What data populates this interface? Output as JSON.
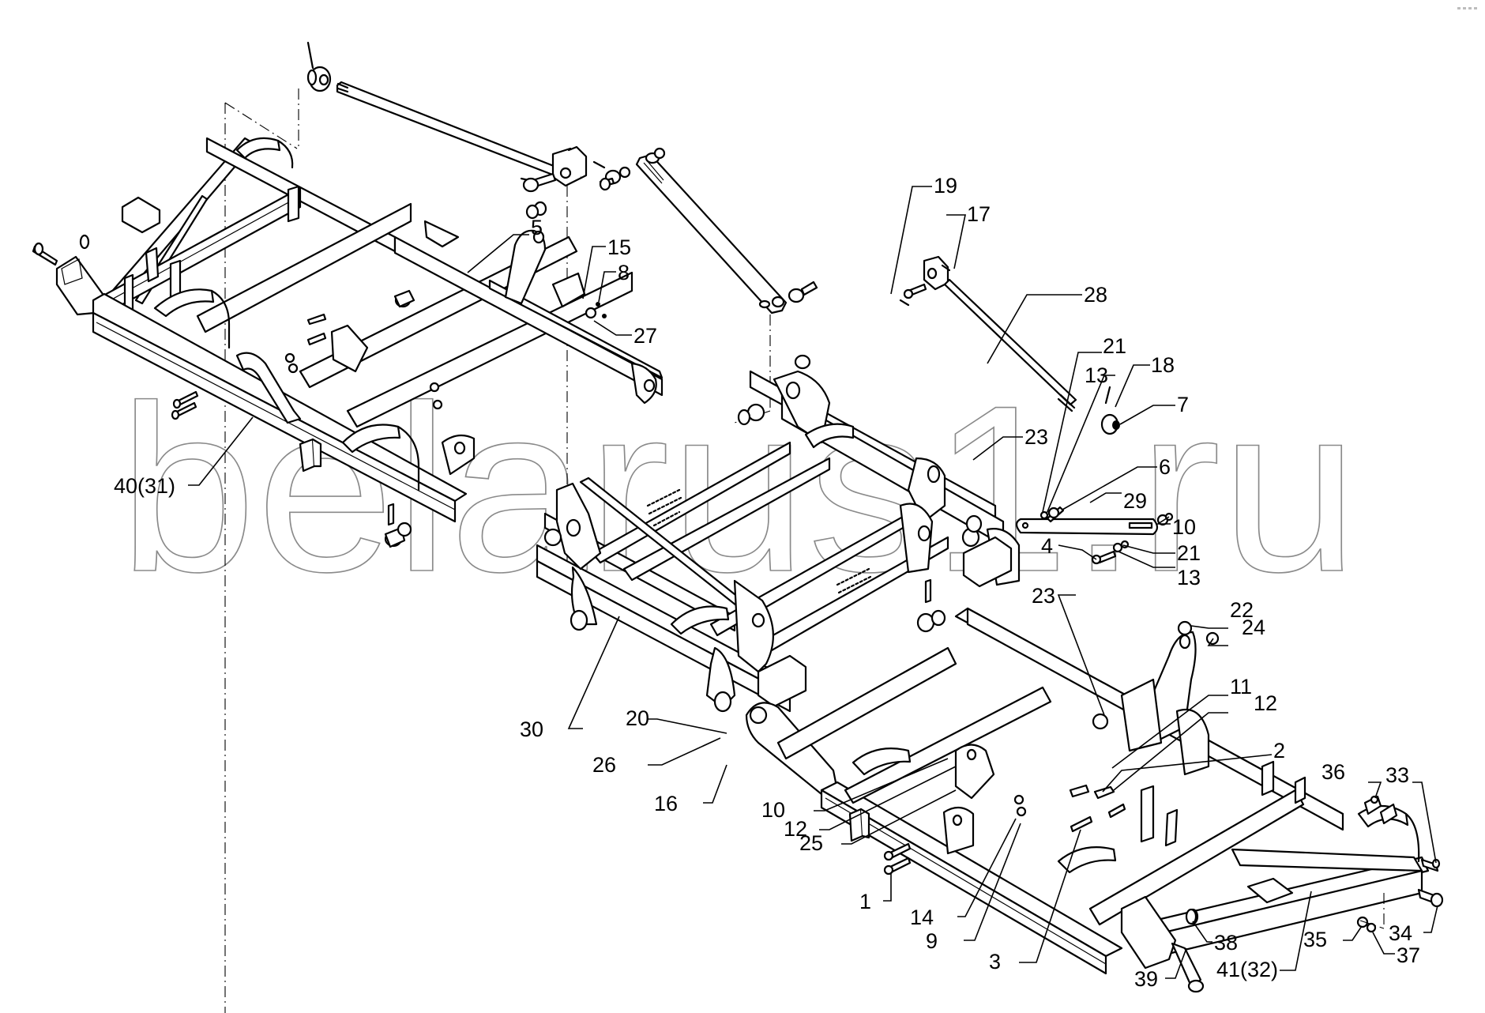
{
  "diagram": {
    "type": "exploded-parts-diagram",
    "subject": "Articulated implement frame assembly (three frame sections with hinge links, tie rods and fasteners)",
    "watermark": "belarus1.ru",
    "callouts": [
      {
        "id": "c1",
        "label": "1"
      },
      {
        "id": "c2",
        "label": "2"
      },
      {
        "id": "c3",
        "label": "3"
      },
      {
        "id": "c4",
        "label": "4"
      },
      {
        "id": "c5",
        "label": "5"
      },
      {
        "id": "c6",
        "label": "6"
      },
      {
        "id": "c7",
        "label": "7"
      },
      {
        "id": "c8",
        "label": "8"
      },
      {
        "id": "c9",
        "label": "9"
      },
      {
        "id": "c10a",
        "label": "10"
      },
      {
        "id": "c10b",
        "label": "10"
      },
      {
        "id": "c11",
        "label": "11"
      },
      {
        "id": "c12a",
        "label": "12"
      },
      {
        "id": "c12b",
        "label": "12"
      },
      {
        "id": "c13a",
        "label": "13"
      },
      {
        "id": "c13b",
        "label": "13"
      },
      {
        "id": "c14",
        "label": "14"
      },
      {
        "id": "c15",
        "label": "15"
      },
      {
        "id": "c16",
        "label": "16"
      },
      {
        "id": "c17",
        "label": "17"
      },
      {
        "id": "c18",
        "label": "18"
      },
      {
        "id": "c19",
        "label": "19"
      },
      {
        "id": "c20",
        "label": "20"
      },
      {
        "id": "c21a",
        "label": "21"
      },
      {
        "id": "c21b",
        "label": "21"
      },
      {
        "id": "c22",
        "label": "22"
      },
      {
        "id": "c23a",
        "label": "23"
      },
      {
        "id": "c23b",
        "label": "23"
      },
      {
        "id": "c24",
        "label": "24"
      },
      {
        "id": "c25",
        "label": "25"
      },
      {
        "id": "c26",
        "label": "26"
      },
      {
        "id": "c27",
        "label": "27"
      },
      {
        "id": "c28",
        "label": "28"
      },
      {
        "id": "c29",
        "label": "29"
      },
      {
        "id": "c30",
        "label": "30"
      },
      {
        "id": "c33",
        "label": "33"
      },
      {
        "id": "c34",
        "label": "34"
      },
      {
        "id": "c35",
        "label": "35"
      },
      {
        "id": "c36",
        "label": "36"
      },
      {
        "id": "c37",
        "label": "37"
      },
      {
        "id": "c38",
        "label": "38"
      },
      {
        "id": "c39",
        "label": "39"
      },
      {
        "id": "c40",
        "label": "40(31)"
      },
      {
        "id": "c41",
        "label": "41(32)"
      }
    ]
  }
}
